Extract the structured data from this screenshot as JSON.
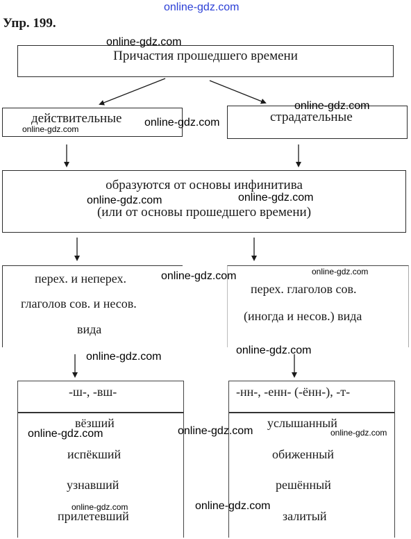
{
  "watermark_top": "online-gdz.com",
  "exercise_title": "Упр. 199.",
  "root": {
    "label": "Причастия прошедшего времени"
  },
  "branches": {
    "left": {
      "label": "действительные"
    },
    "right": {
      "label": "страдательные"
    }
  },
  "formation": {
    "line1": "образуются от основы инфинитива",
    "line2": "(или от основы прошедшего времени)"
  },
  "verbs": {
    "left": {
      "line1": "перех. и неперех.",
      "line2": "глаголов сов. и несов.",
      "line3": "вида"
    },
    "right": {
      "line1": "перех. глаголов сов.",
      "line2": "(иногда и несов.) вида"
    }
  },
  "suffixes": {
    "left": {
      "header": "-ш-, -вш-",
      "examples": [
        "вёзший",
        "испёкший",
        "узнавший",
        "прилетевший"
      ]
    },
    "right": {
      "header": "-нн-, -енн- (-ённ-), -т-",
      "examples": [
        "услышанный",
        "обиженный",
        "решённый",
        "залитый"
      ]
    }
  },
  "watermark": "online-gdz.com"
}
